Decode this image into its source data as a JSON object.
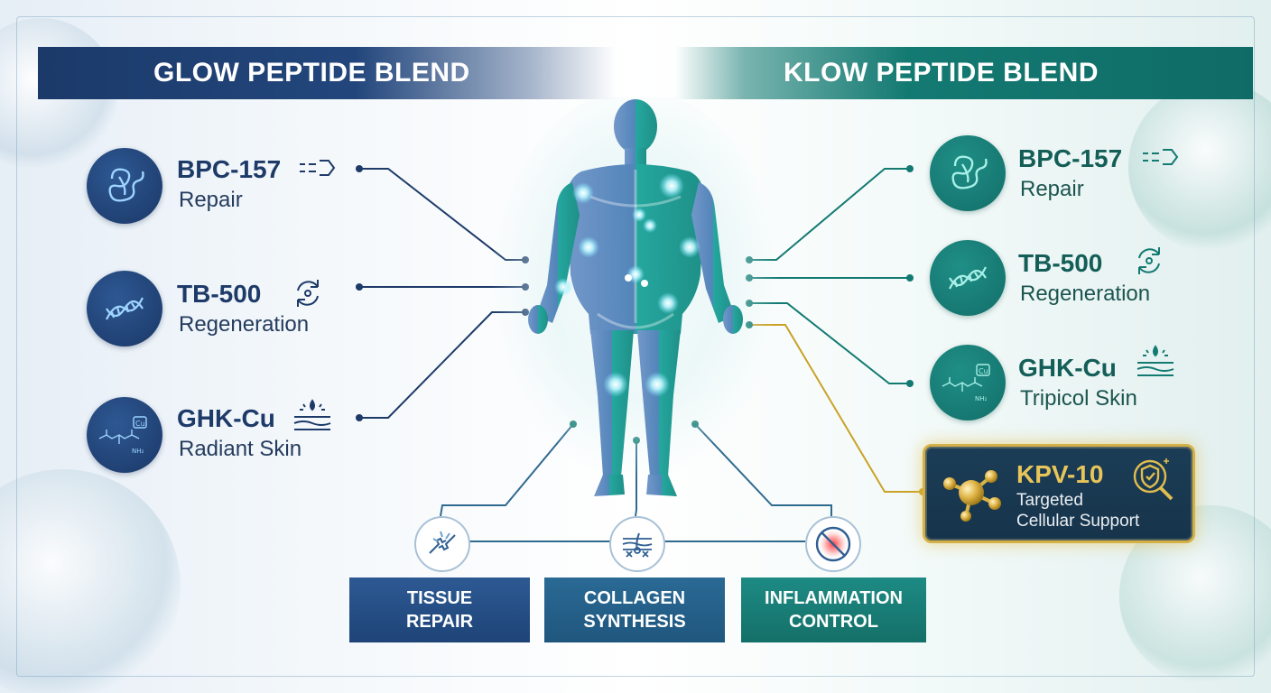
{
  "left_blend": {
    "title": "GLOW PEPTIDE BLEND",
    "accent": "#1d3a68",
    "peptides": [
      {
        "name": "BPC-157",
        "benefit": "Repair",
        "icon": "molecule-knot-icon",
        "action_icon": "double-arrow-icon"
      },
      {
        "name": "TB-500",
        "benefit": "Regeneration",
        "icon": "dna-icon",
        "action_icon": "refresh-cycle-icon"
      },
      {
        "name": "GHK-Cu",
        "benefit": "Radiant Skin",
        "icon": "chemical-structure-icon",
        "action_icon": "skin-layers-icon"
      }
    ]
  },
  "right_blend": {
    "title": "KLOW PEPTIDE BLEND",
    "accent": "#137a72",
    "peptides": [
      {
        "name": "BPC-157",
        "benefit": "Repair",
        "icon": "molecule-knot-icon",
        "action_icon": "double-arrow-icon"
      },
      {
        "name": "TB-500",
        "benefit": "Regeneration",
        "icon": "dna-icon",
        "action_icon": "refresh-cycle-icon"
      },
      {
        "name": "GHK-Cu",
        "benefit": "Tripicol Skin",
        "icon": "chemical-structure-icon",
        "action_icon": "skin-layers-icon"
      }
    ],
    "featured": {
      "name": "KPV-10",
      "benefit_line1": "Targeted",
      "benefit_line2": "Cellular Support",
      "icon": "gold-molecule-icon",
      "action_icon": "shield-magnifier-icon",
      "accent": "#d4b046"
    }
  },
  "chem_labels": {
    "cu": "Cu",
    "nh2": "NH₂"
  },
  "benefits": [
    {
      "line1": "TISSUE",
      "line2": "REPAIR",
      "icon": "broken-bone-icon"
    },
    {
      "line1": "COLLAGEN",
      "line2": "SYNTHESIS",
      "icon": "skin-follicle-icon"
    },
    {
      "line1": "INFLAMMATION",
      "line2": "CONTROL",
      "icon": "no-inflammation-icon"
    }
  ]
}
